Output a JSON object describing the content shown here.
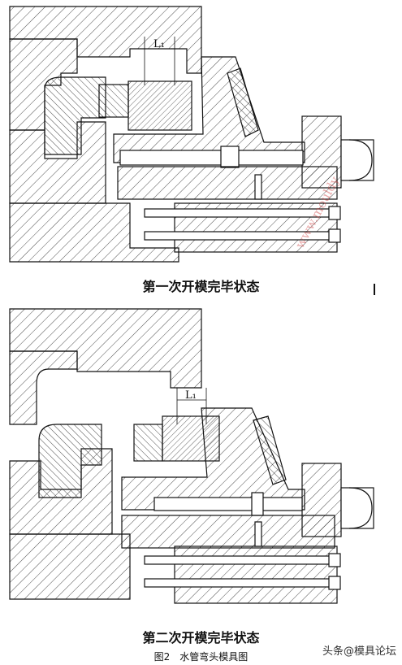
{
  "diagram": {
    "panel_1_caption": "第一次开模完毕状态",
    "panel_2_caption": "第二次开模完毕状态",
    "figure_caption": "图2　水管弯头模具图",
    "dimension_label": "L₁",
    "source_watermark": "头条@模具论坛",
    "overlay_watermark": "www.mouldy"
  }
}
